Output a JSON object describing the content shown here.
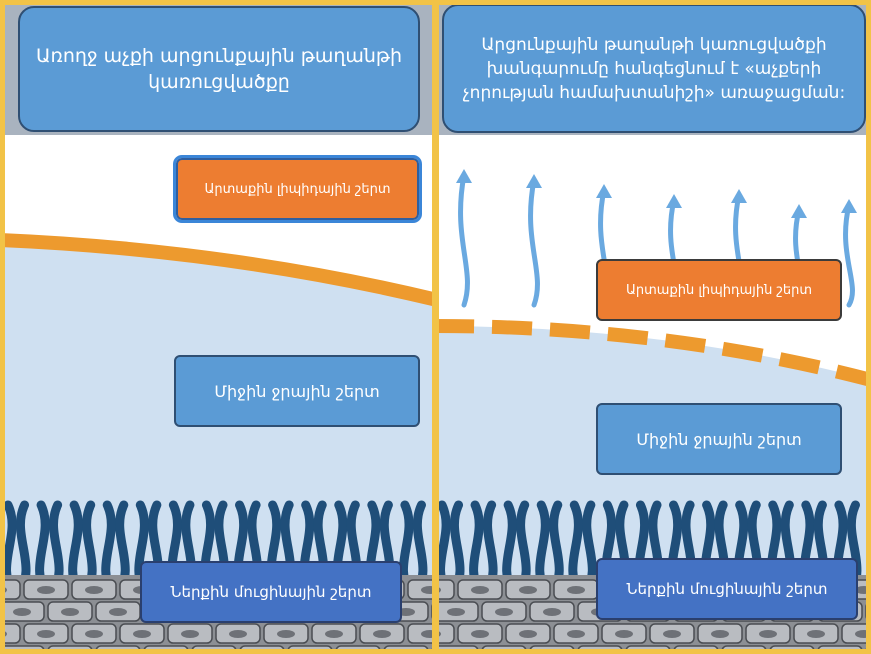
{
  "left_panel": {
    "title": "Առողջ աչքի արցունքային թաղանթի կառուցվածքը",
    "outer_layer": "Արտաքին լիպիդային շերտ",
    "middle_layer": "Միջին ջրային շերտ",
    "inner_layer": "Ներքին մուցինային շերտ"
  },
  "right_panel": {
    "title": "Արցունքային թաղանթի կառուցվածքի խանգարումը հանգեցնում է «աչքերի չորության համախտանիշի» առաջացման:",
    "outer_layer": "Արտաքին լիպիդային շերտ",
    "middle_layer": "Միջին ջրային շերտ",
    "inner_layer": "Ներքին մուցինային շերտ"
  },
  "colors": {
    "frame": "#f2c347",
    "lipid": "#ed9a2e",
    "aqueous": "#cfe0f1",
    "mucin_strands": "#1f4e79",
    "evaporation_arrows": "#6aa9e0",
    "title_bg": "#5b9bd5"
  }
}
